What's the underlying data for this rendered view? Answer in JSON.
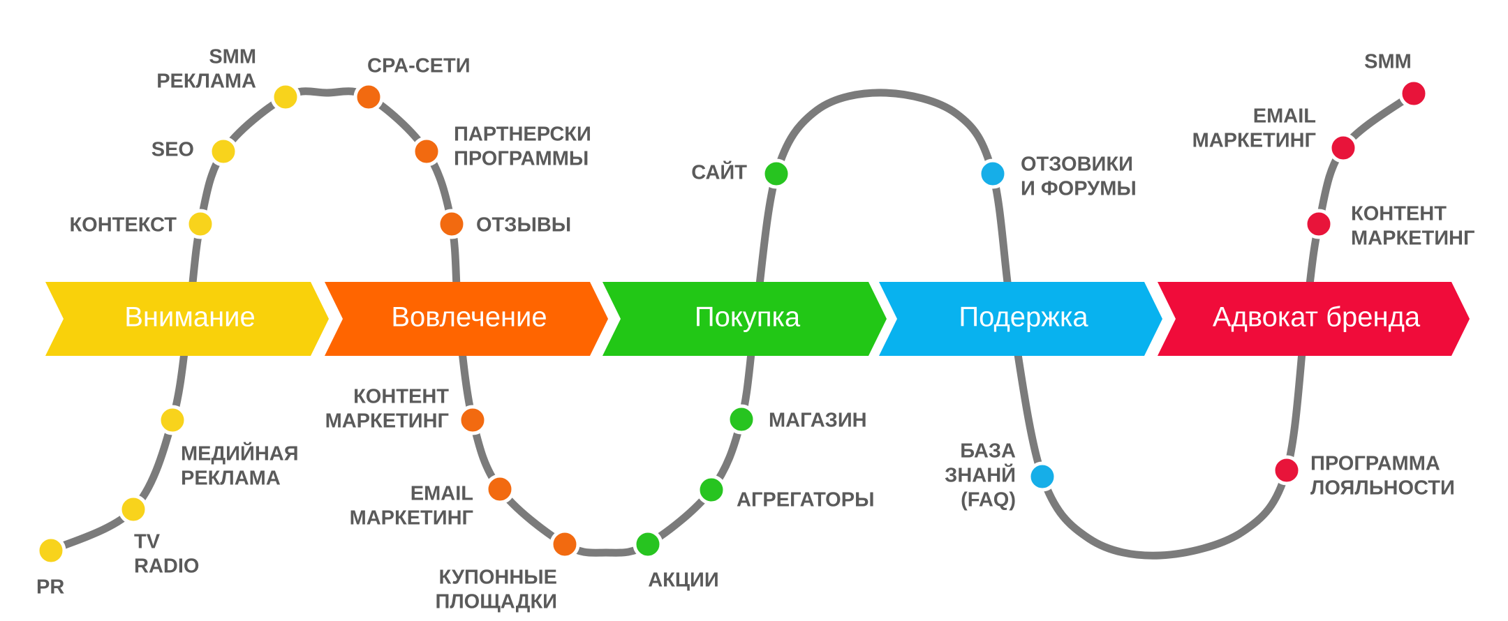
{
  "colors": {
    "path": "#7b7b7b",
    "label": "#5a5a5a"
  },
  "stages": [
    {
      "label": "Внимание",
      "color": "#f9d10b",
      "dot": "#f8d31c"
    },
    {
      "label": "Вовлечение",
      "color": "#ff6500",
      "dot": "#f26a10"
    },
    {
      "label": "Покупка",
      "color": "#22c716",
      "dot": "#27c420"
    },
    {
      "label": "Подержка",
      "color": "#08b2ef",
      "dot": "#16aee8"
    },
    {
      "label": "Адвокат бренда",
      "color": "#f00c3a",
      "dot": "#e8143a"
    }
  ],
  "touchpoints": [
    {
      "stage": 0,
      "lines": [
        "PR"
      ]
    },
    {
      "stage": 0,
      "lines": [
        "TV",
        "RADIO"
      ]
    },
    {
      "stage": 0,
      "lines": [
        "МЕДИЙНАЯ",
        "РЕКЛАМА"
      ]
    },
    {
      "stage": 0,
      "lines": [
        "КОНТЕКСТ"
      ]
    },
    {
      "stage": 0,
      "lines": [
        "SEO"
      ]
    },
    {
      "stage": 0,
      "lines": [
        "SMM",
        "РЕКЛАМА"
      ]
    },
    {
      "stage": 1,
      "lines": [
        "CPA-СЕТИ"
      ]
    },
    {
      "stage": 1,
      "lines": [
        "ПАРТНЕРСКИ",
        "ПРОГРАММЫ"
      ]
    },
    {
      "stage": 1,
      "lines": [
        "ОТЗЫВЫ"
      ]
    },
    {
      "stage": 1,
      "lines": [
        "КОНТЕНТ",
        "МАРКЕТИНГ"
      ]
    },
    {
      "stage": 1,
      "lines": [
        "EMAIL",
        "МАРКЕТИНГ"
      ]
    },
    {
      "stage": 1,
      "lines": [
        "КУПОННЫЕ",
        "ПЛОЩАДКИ"
      ]
    },
    {
      "stage": 2,
      "lines": [
        "АКЦИИ"
      ]
    },
    {
      "stage": 2,
      "lines": [
        "АГРЕГАТОРЫ"
      ]
    },
    {
      "stage": 2,
      "lines": [
        "МАГАЗИН"
      ]
    },
    {
      "stage": 2,
      "lines": [
        "САЙТ"
      ]
    },
    {
      "stage": 3,
      "lines": [
        "ОТЗОВИКИ",
        "И ФОРУМЫ"
      ]
    },
    {
      "stage": 3,
      "lines": [
        "БАЗА",
        "ЗНАНЙ",
        "(FAQ)"
      ]
    },
    {
      "stage": 4,
      "lines": [
        "ПРОГРАММА",
        "ЛОЯЛЬНОСТИ"
      ]
    },
    {
      "stage": 4,
      "lines": [
        "КОНТЕНТ",
        "МАРКЕТИНГ"
      ]
    },
    {
      "stage": 4,
      "lines": [
        "EMAIL",
        "МАРКЕТИНГ"
      ]
    },
    {
      "stage": 4,
      "lines": [
        "SMM"
      ]
    }
  ]
}
